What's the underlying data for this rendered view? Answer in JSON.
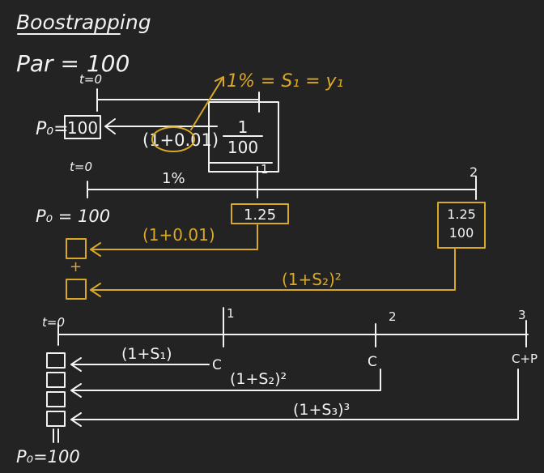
{
  "title": "Boostrapping",
  "par": "Par = 100",
  "colors": {
    "background": "#232323",
    "ink": "#f2f2f2",
    "highlight": "#d8a826"
  },
  "example1": {
    "t0": "t=0",
    "p0": "P₀=",
    "box_value": "100",
    "discount": "(1+0.01)",
    "cashflow_top": "1",
    "cashflow_bottom": "100",
    "rate_note": "1% = S₁ = y₁"
  },
  "example2": {
    "t0": "t=0",
    "p0": "P₀ = 100",
    "rate": "1%",
    "t1": "1",
    "t2": "2",
    "coupon_t1": "1.25",
    "coupon_t2": "1.25",
    "principal_t2": "100",
    "discount1": "(1+0.01)",
    "discount2": "(1+S₂)²",
    "plus": "+"
  },
  "example3": {
    "t0": "t=0",
    "t1": "1",
    "t2": "2",
    "t3": "3",
    "c1": "C",
    "c2": "C",
    "c3": "C+P",
    "d1": "(1+S₁)",
    "d2": "(1+S₂)²",
    "d3": "(1+S₃)³",
    "p0": "P₀=100"
  }
}
